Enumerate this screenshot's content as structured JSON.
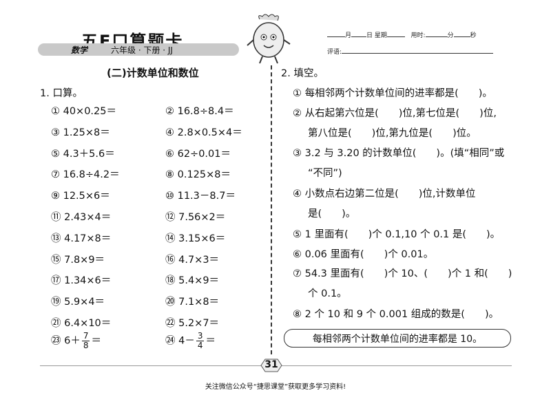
{
  "header": {
    "title": "五E口算题卡",
    "bar_subject": "数学",
    "bar_info": "六年级 · 下册 · JJ",
    "month": "月",
    "day": "日",
    "week": "星期",
    "time_label": "用时:",
    "minute": "分",
    "second": "秒",
    "comment": "评语:"
  },
  "section_title": "(二)计数单位和数位",
  "left": {
    "heading": "1. 口算。",
    "items": [
      "① 40×0.25＝",
      "② 16.8÷8.4＝",
      "③ 1.25×8＝",
      "④ 2.8×0.5×4＝",
      "⑤ 4.3＋5.6＝",
      "⑥ 62÷0.01＝",
      "⑦ 16.8÷4.2＝",
      "⑧ 0.125×8＝",
      "⑨ 12.5×6＝",
      "⑩ 11.3－8.7＝",
      "⑪ 2.43×4＝",
      "⑫ 7.56×2＝",
      "⑬ 4.17×8＝",
      "⑭ 3.15×6＝",
      "⑮ 7.8×9＝",
      "⑯ 4.7×3＝",
      "⑰ 1.34×6＝",
      "⑱ 5.4×9＝",
      "⑲ 5.9×4＝",
      "⑳ 7.1×8＝",
      "㉑ 6.4×10＝",
      "㉒ 5.2×7＝"
    ],
    "frac1": {
      "prefix": "㉓ 6＋",
      "num": "7",
      "den": "8",
      "suffix": "＝"
    },
    "frac2": {
      "prefix": "㉔ 4－",
      "num": "3",
      "den": "4",
      "suffix": "＝"
    }
  },
  "right": {
    "heading": "2. 填空。",
    "lines": [
      "① 每相邻两个计数单位间的进率都是(　　)。",
      "② 从右起第六位是(　　)位,第七位是(　　)位,",
      "第八位是(　　)位,第九位是(　　)位。",
      "③ 3.2 与 3.20 的计数单位(　　)。(填“相同”或",
      "“不同”)",
      "④ 小数点右边第二位是(　　)位,计数单位",
      "是(　　)。",
      "⑤ 1 里面有(　　)个 0.1,10 个 0.1 是(　　)。",
      "⑥ 0.06 里面有(　　)个 0.01。",
      "⑦ 54.3 里面有(　　)个 10、(　　)个 1 和(　　)",
      "个 0.1。",
      "⑧ 2 个 10 和 9 个 0.001 组成的数是(　　)。"
    ]
  },
  "tip": "每相邻两个计数单位间的进率都是 10。",
  "page_number": "31",
  "footer": "关注微信公众号“捷思课堂”获取更多学习资料!"
}
